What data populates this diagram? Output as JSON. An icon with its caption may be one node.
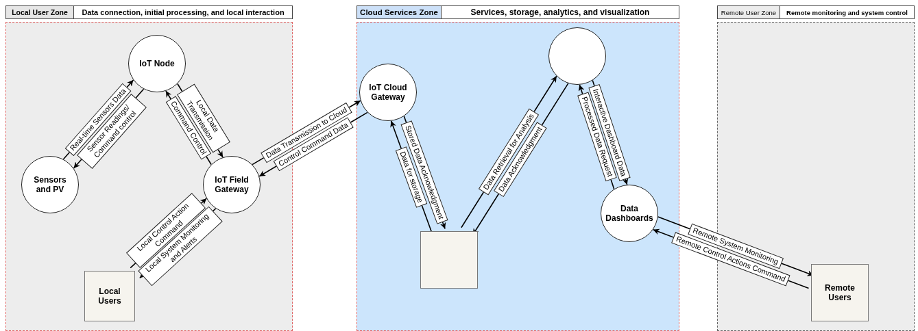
{
  "diagram": {
    "nodes": [
      {
        "text": [
          "Local User Zone",
          "Data connection, initial processing, and local interaction"
        ]
      },
      {
        "text": [
          "IoT Node"
        ],
        "in": 0
      },
      {
        "text": [
          "Sensors and PV"
        ],
        "in": 0
      },
      {
        "text": [
          "IoT Field Gateway"
        ],
        "in": 0
      },
      {
        "text": [
          "Local Users"
        ],
        "in": 0
      },
      {
        "text": [
          "Cloud Services Zone",
          "Services, storage, analytics, and visualization"
        ]
      },
      {
        "text": [
          "IoT Cloud Gateway"
        ],
        "in": 5
      },
      {
        "text": [],
        "shape": "circle",
        "in": 5
      },
      {
        "text": [],
        "shape": "box",
        "in": 5
      },
      {
        "text": [
          "Data Dashboards"
        ],
        "in": 5
      },
      {
        "text": [
          "Remote User Zone",
          "Remote monitoring and system control"
        ]
      },
      {
        "text": [
          "Remote Users"
        ],
        "in": 10
      }
    ],
    "edges": [
      {
        "from": 2,
        "to": 1,
        "arrow": "to",
        "label": "Real-time Sensors Data"
      },
      {
        "from": 1,
        "to": 2,
        "arrow": "to",
        "label": "Sensor Readings/ Command control"
      },
      {
        "from": 3,
        "to": 1,
        "arrow": "to",
        "label": "Command Control"
      },
      {
        "from": 1,
        "to": 3,
        "arrow": "to",
        "label": "Local Data Transmission"
      },
      {
        "from": 3,
        "to": 6,
        "arrow": "to",
        "label": "Data Transmission to Cloud"
      },
      {
        "from": 6,
        "to": 3,
        "arrow": "to",
        "label": "Control Command Data"
      },
      {
        "from": 4,
        "to": 3,
        "arrow": "to",
        "label": "Local Control Action Command"
      },
      {
        "from": 3,
        "to": 4,
        "arrow": "to",
        "label": "Local System Monitoring and Alerts"
      },
      {
        "from": 8,
        "to": 6,
        "arrow": "to",
        "label": "Data for storage"
      },
      {
        "from": 6,
        "to": 8,
        "arrow": "to",
        "label": "Stored Data Acknowledgment"
      },
      {
        "from": 8,
        "to": 7,
        "arrow": "to",
        "label": "Data Retrieval for Analysis"
      },
      {
        "from": 7,
        "to": 8,
        "arrow": "to",
        "label": "Data Acknowledgment"
      },
      {
        "from": 7,
        "to": 9,
        "arrow": "to",
        "label": "Interactive Dashboard Data"
      },
      {
        "from": 9,
        "to": 7,
        "arrow": "to",
        "label": "Processed Data Request"
      },
      {
        "from": 9,
        "to": 11,
        "arrow": "to",
        "label": "Remote System Monitoring"
      },
      {
        "from": 11,
        "to": 9,
        "arrow": "to",
        "label": "Remote Control Actions Command"
      }
    ]
  }
}
